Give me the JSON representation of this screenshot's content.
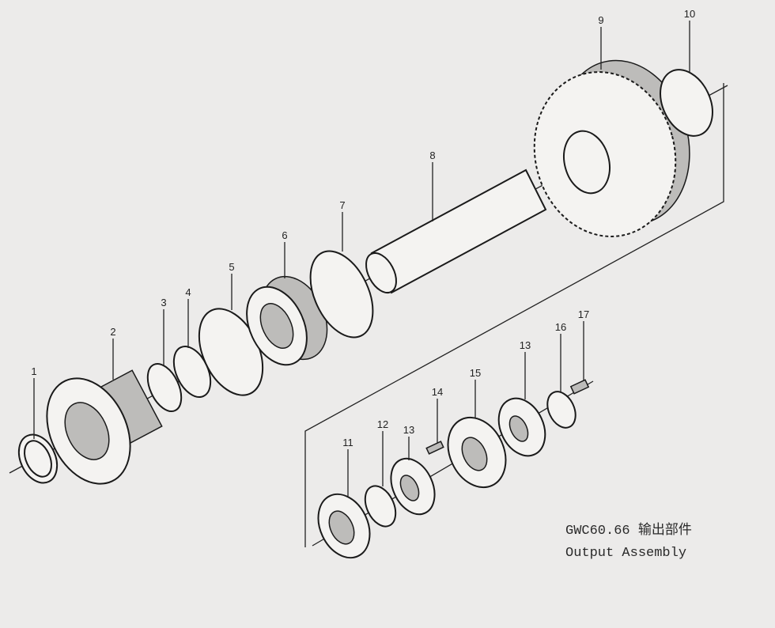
{
  "labels": [
    "1",
    "2",
    "3",
    "4",
    "5",
    "6",
    "7",
    "8",
    "9",
    "10",
    "11",
    "12",
    "13",
    "14",
    "15",
    "13",
    "16",
    "17"
  ],
  "caption": {
    "model": "GWC60.66 输出部件",
    "title": "Output Assembly"
  }
}
